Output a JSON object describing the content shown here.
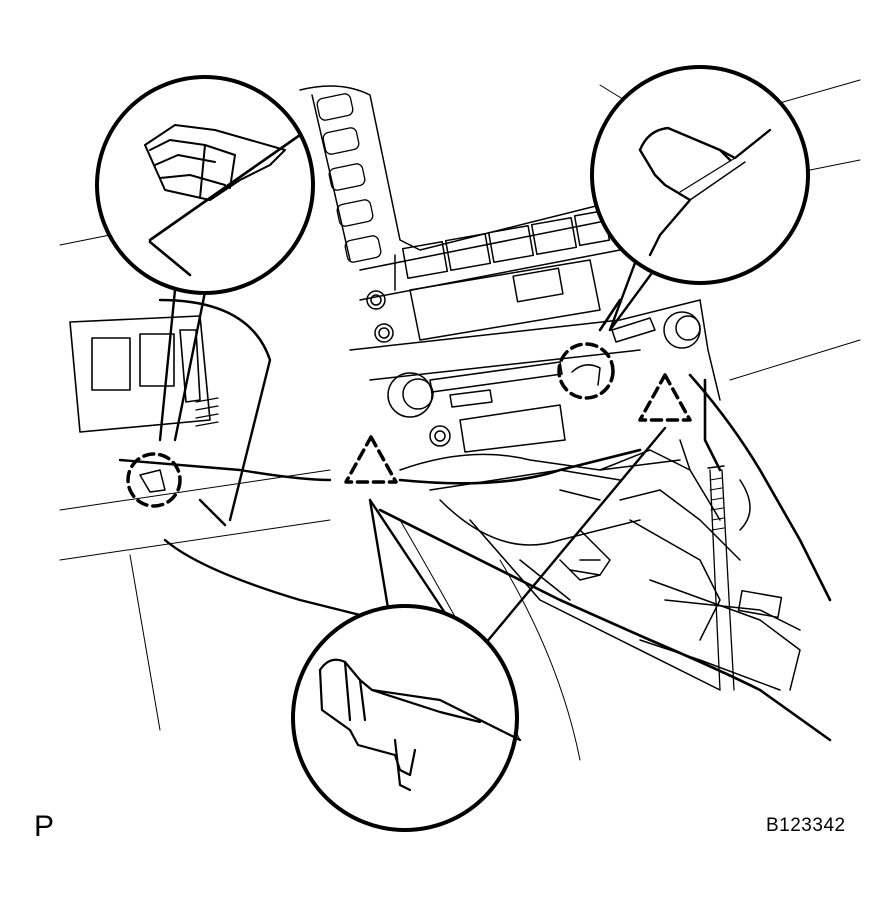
{
  "figure": {
    "view_letter": "P",
    "drawing_code": "B123342"
  },
  "callouts": [
    {
      "name": "callout-claw-left",
      "marker": "dashed-circle"
    },
    {
      "name": "callout-clip-center",
      "marker": "dashed-triangle"
    },
    {
      "name": "callout-claw-right",
      "marker": "dashed-circle"
    },
    {
      "name": "callout-clip-right",
      "marker": "dashed-triangle"
    }
  ],
  "colors": {
    "line": "#000000",
    "background": "#ffffff"
  }
}
